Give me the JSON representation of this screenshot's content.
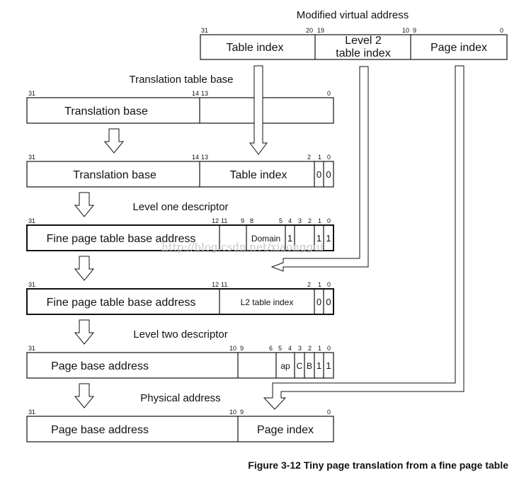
{
  "titles": {
    "modified_va": "Modified virtual address",
    "ttb": "Translation table base",
    "l1_desc": "Level one descriptor",
    "l2_desc": "Level two descriptor",
    "pa": "Physical address"
  },
  "mva": {
    "field_table_index": "Table index",
    "field_l2_line1": "Level 2",
    "field_l2_line2": "table index",
    "field_page_index": "Page index",
    "b31": "31",
    "b20": "20",
    "b19": "19",
    "b10": "10",
    "b9": "9",
    "b0": "0"
  },
  "ttb_reg": {
    "field_base": "Translation base",
    "b31": "31",
    "b14": "14",
    "b13": "13",
    "b0": "0"
  },
  "l1_addr": {
    "field_base": "Translation base",
    "field_index": "Table index",
    "f0a": "0",
    "f0b": "0",
    "b31": "31",
    "b14": "14",
    "b13": "13",
    "b2": "2",
    "b1": "1",
    "b0": "0"
  },
  "l1_desc_reg": {
    "field_base": "Fine page table base address",
    "field_domain": "Domain",
    "f1a": "1",
    "f1b": "1",
    "f1c": "1",
    "b31": "31",
    "b12": "12",
    "b11": "11",
    "b9": "9",
    "b8": "8",
    "b5": "5",
    "b4": "4",
    "b3": "3",
    "b2": "2",
    "b1": "1",
    "b0": "0"
  },
  "l2_addr": {
    "field_base": "Fine page table base address",
    "field_index": "L2 table index",
    "f0a": "0",
    "f0b": "0",
    "b31": "31",
    "b12": "12",
    "b11": "11",
    "b2": "2",
    "b1": "1",
    "b0": "0"
  },
  "l2_desc_reg": {
    "field_base": "Page base address",
    "field_ap": "ap",
    "field_c": "C",
    "field_b": "B",
    "f1a": "1",
    "f1b": "1",
    "b31": "31",
    "b10": "10",
    "b9": "9",
    "b6": "6",
    "b5": "5",
    "b4": "4",
    "b3": "3",
    "b2": "2",
    "b1": "1",
    "b0": "0"
  },
  "pa_reg": {
    "field_base": "Page base address",
    "field_index": "Page index",
    "b31": "31",
    "b10": "10",
    "b9": "9",
    "b0": "0"
  },
  "caption": "Figure 3-12 Tiny page translation from a fine page table",
  "watermark": "http://blog.csdn.net/xiaonggui"
}
